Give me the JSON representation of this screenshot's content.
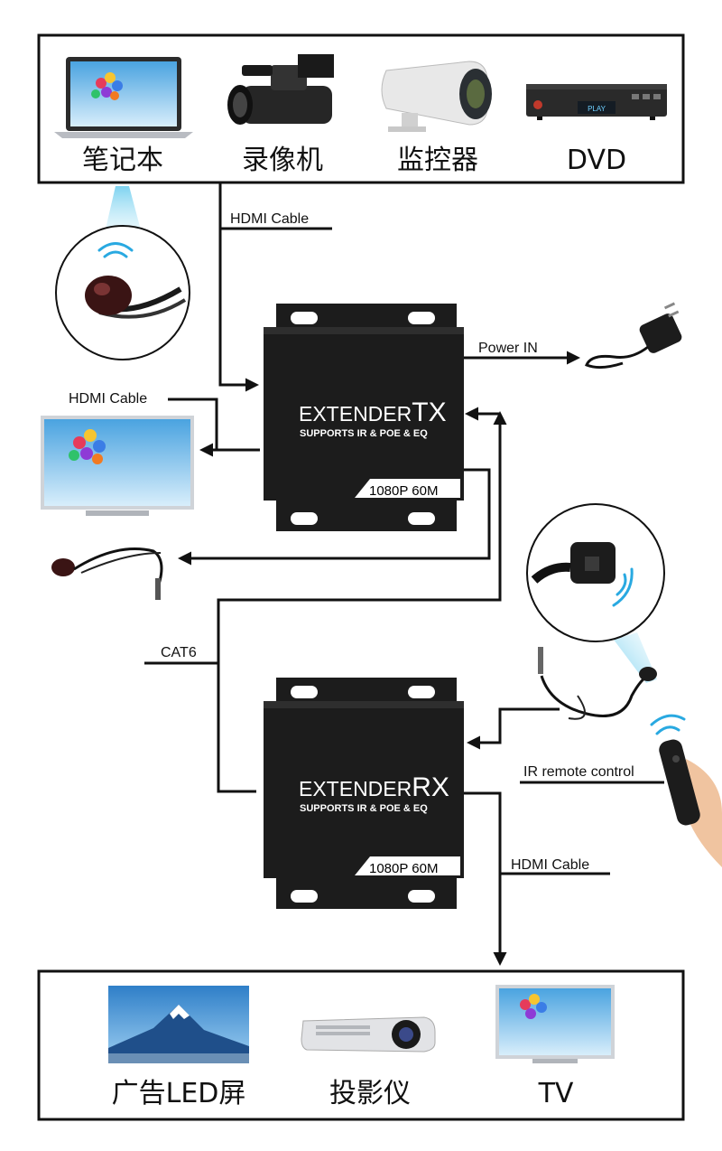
{
  "sources": [
    {
      "label": "笔记本",
      "icon": "laptop-icon"
    },
    {
      "label": "录像机",
      "icon": "camcorder-icon"
    },
    {
      "label": "监控器",
      "icon": "security-camera-icon"
    },
    {
      "label": "DVD",
      "icon": "dvd-player-icon",
      "screen_text": "PLAY"
    }
  ],
  "displays": [
    {
      "label": "广告LED屏",
      "icon": "led-screen-icon"
    },
    {
      "label": "投影仪",
      "icon": "projector-icon"
    },
    {
      "label": "TV",
      "icon": "tv-icon"
    }
  ],
  "tx": {
    "brand": "EXTENDER",
    "suffix": "TX",
    "subtitle": "SUPPORTS IR & POE & EQ",
    "badge": "1080P 60M"
  },
  "rx": {
    "brand": "EXTENDER",
    "suffix": "RX",
    "subtitle": "SUPPORTS IR & POE & EQ",
    "badge": "1080P 60M"
  },
  "labels": {
    "hdmi_in": "HDMI Cable",
    "power_in": "Power IN",
    "hdmi_local": "HDMI Cable",
    "cat6": "CAT6",
    "ir_remote": "IR remote control",
    "hdmi_out": "HDMI Cable"
  },
  "colors": {
    "device_body": "#1c1c1c",
    "frame": "#111111",
    "ir_beam": "#8fd8f0",
    "wave": "#29a9e1"
  }
}
